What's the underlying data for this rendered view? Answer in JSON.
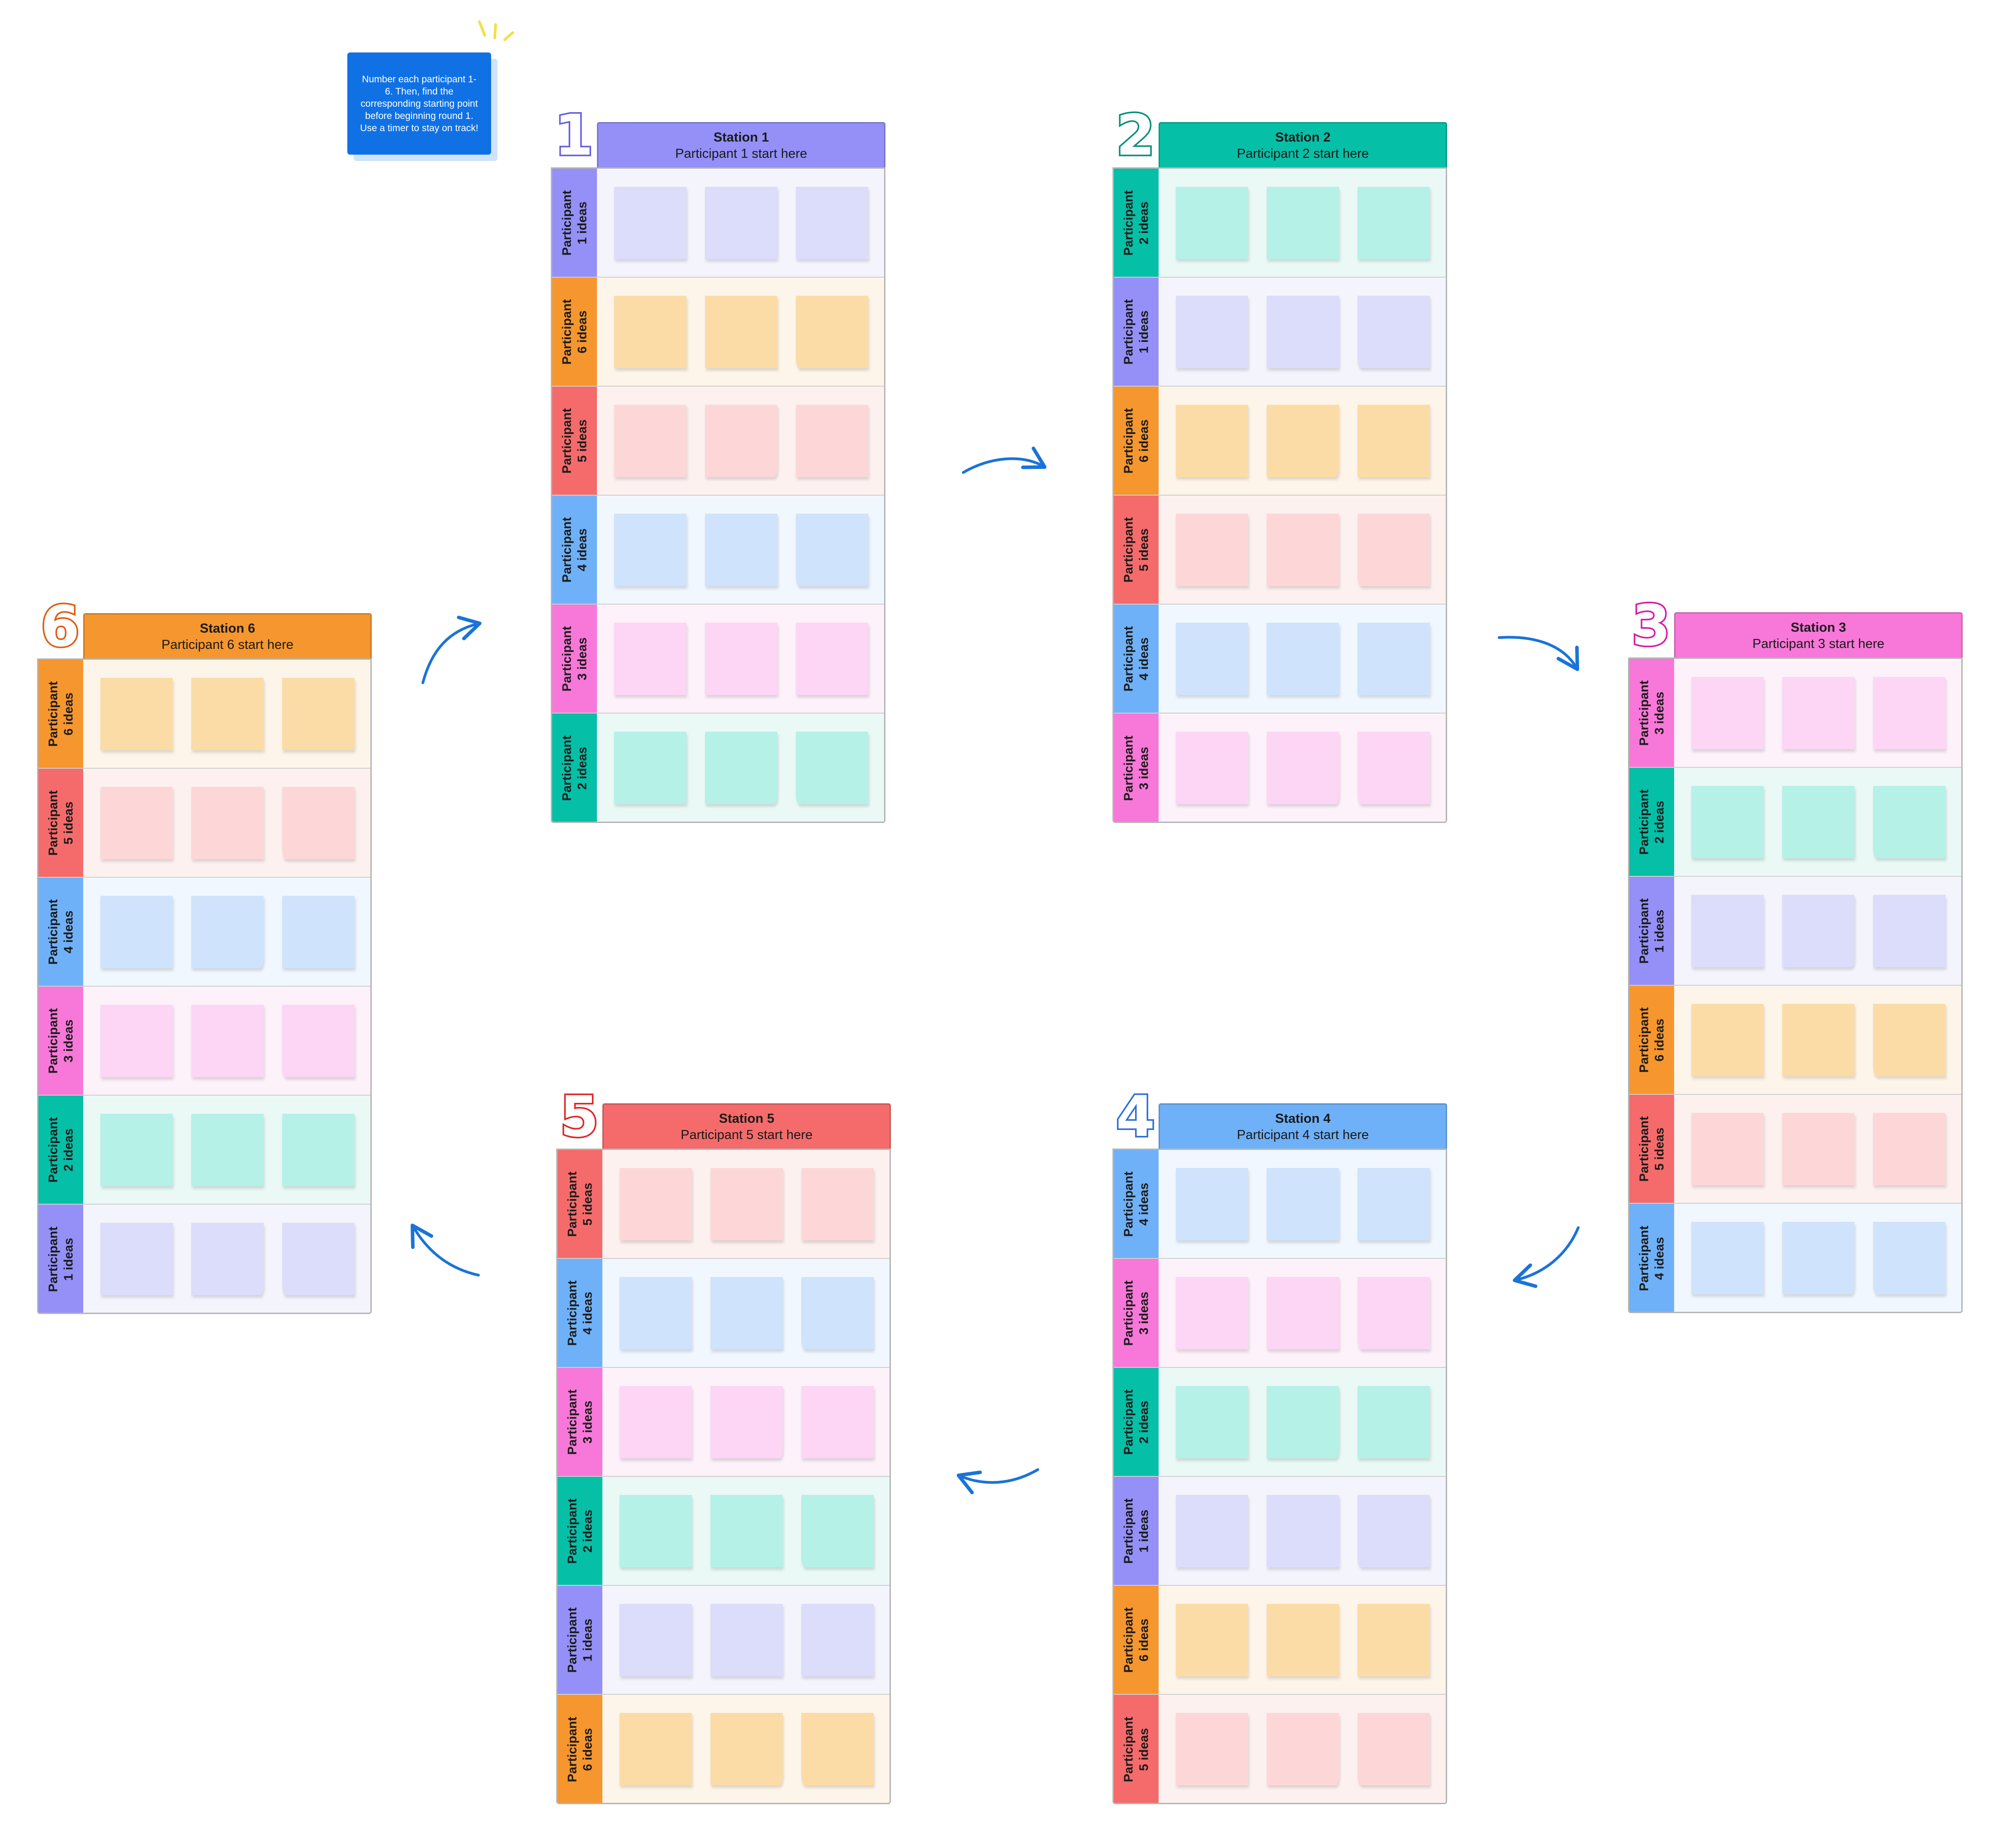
{
  "note": {
    "text": "Number each participant 1-6. Then, find the corresponding starting point before beginning round 1. Use a timer to stay on track!"
  },
  "colors": {
    "purple": {
      "tab": "#9490f8",
      "sticky": "#dcdcfb",
      "band": "#f4f4fd",
      "numeral": "#6460e0"
    },
    "orange": {
      "tab": "#f6962f",
      "sticky": "#fcdca6",
      "band": "#fef5ea",
      "numeral": "#e05a14"
    },
    "red": {
      "tab": "#f56b6b",
      "sticky": "#fdd7d7",
      "band": "#fdf1f0",
      "numeral": "#e02424"
    },
    "blue": {
      "tab": "#6fb1f8",
      "sticky": "#cfe3fc",
      "band": "#f1f7fe",
      "numeral": "#2e6fd8"
    },
    "pink": {
      "tab": "#f778d8",
      "sticky": "#fcd6f4",
      "band": "#fdf1fa",
      "numeral": "#d61ba3"
    },
    "teal": {
      "tab": "#06bfa7",
      "sticky": "#b5f1e7",
      "band": "#eaf9f6",
      "numeral": "#078e7c"
    }
  },
  "stations": [
    {
      "num": "1",
      "title": "Station 1",
      "subtitle": "Participant 1 start here",
      "color": "purple",
      "rows": [
        {
          "label": "Participant 1 ideas",
          "color": "purple"
        },
        {
          "label": "Participant 6 ideas",
          "color": "orange"
        },
        {
          "label": "Participant 5 ideas",
          "color": "red"
        },
        {
          "label": "Participant 4 ideas",
          "color": "blue"
        },
        {
          "label": "Participant 3 ideas",
          "color": "pink"
        },
        {
          "label": "Participant 2 ideas",
          "color": "teal"
        }
      ]
    },
    {
      "num": "2",
      "title": "Station 2",
      "subtitle": "Participant 2 start here",
      "color": "teal",
      "rows": [
        {
          "label": "Participant 2 ideas",
          "color": "teal"
        },
        {
          "label": "Participant 1 ideas",
          "color": "purple"
        },
        {
          "label": "Participant 6 ideas",
          "color": "orange"
        },
        {
          "label": "Participant 5 ideas",
          "color": "red"
        },
        {
          "label": "Participant 4 ideas",
          "color": "blue"
        },
        {
          "label": "Participant 3 ideas",
          "color": "pink"
        }
      ]
    },
    {
      "num": "3",
      "title": "Station 3",
      "subtitle": "Participant 3 start here",
      "color": "pink",
      "rows": [
        {
          "label": "Participant 3 ideas",
          "color": "pink"
        },
        {
          "label": "Participant 2 ideas",
          "color": "teal"
        },
        {
          "label": "Participant 1 ideas",
          "color": "purple"
        },
        {
          "label": "Participant 6 ideas",
          "color": "orange"
        },
        {
          "label": "Participant 5 ideas",
          "color": "red"
        },
        {
          "label": "Participant 4 ideas",
          "color": "blue"
        }
      ]
    },
    {
      "num": "4",
      "title": "Station 4",
      "subtitle": "Participant 4 start here",
      "color": "blue",
      "rows": [
        {
          "label": "Participant 4 ideas",
          "color": "blue"
        },
        {
          "label": "Participant 3 ideas",
          "color": "pink"
        },
        {
          "label": "Participant 2 ideas",
          "color": "teal"
        },
        {
          "label": "Participant 1 ideas",
          "color": "purple"
        },
        {
          "label": "Participant 6 ideas",
          "color": "orange"
        },
        {
          "label": "Participant 5 ideas",
          "color": "red"
        }
      ]
    },
    {
      "num": "5",
      "title": "Station 5",
      "subtitle": "Participant 5 start here",
      "color": "red",
      "rows": [
        {
          "label": "Participant 5 ideas",
          "color": "red"
        },
        {
          "label": "Participant 4 ideas",
          "color": "blue"
        },
        {
          "label": "Participant 3 ideas",
          "color": "pink"
        },
        {
          "label": "Participant 2 ideas",
          "color": "teal"
        },
        {
          "label": "Participant 1 ideas",
          "color": "purple"
        },
        {
          "label": "Participant 6 ideas",
          "color": "orange"
        }
      ]
    },
    {
      "num": "6",
      "title": "Station 6",
      "subtitle": "Participant 6 start here",
      "color": "orange",
      "rows": [
        {
          "label": "Participant 6 ideas",
          "color": "orange"
        },
        {
          "label": "Participant 5 ideas",
          "color": "red"
        },
        {
          "label": "Participant 4 ideas",
          "color": "blue"
        },
        {
          "label": "Participant 3 ideas",
          "color": "pink"
        },
        {
          "label": "Participant 2 ideas",
          "color": "teal"
        },
        {
          "label": "Participant 1 ideas",
          "color": "purple"
        }
      ]
    }
  ]
}
